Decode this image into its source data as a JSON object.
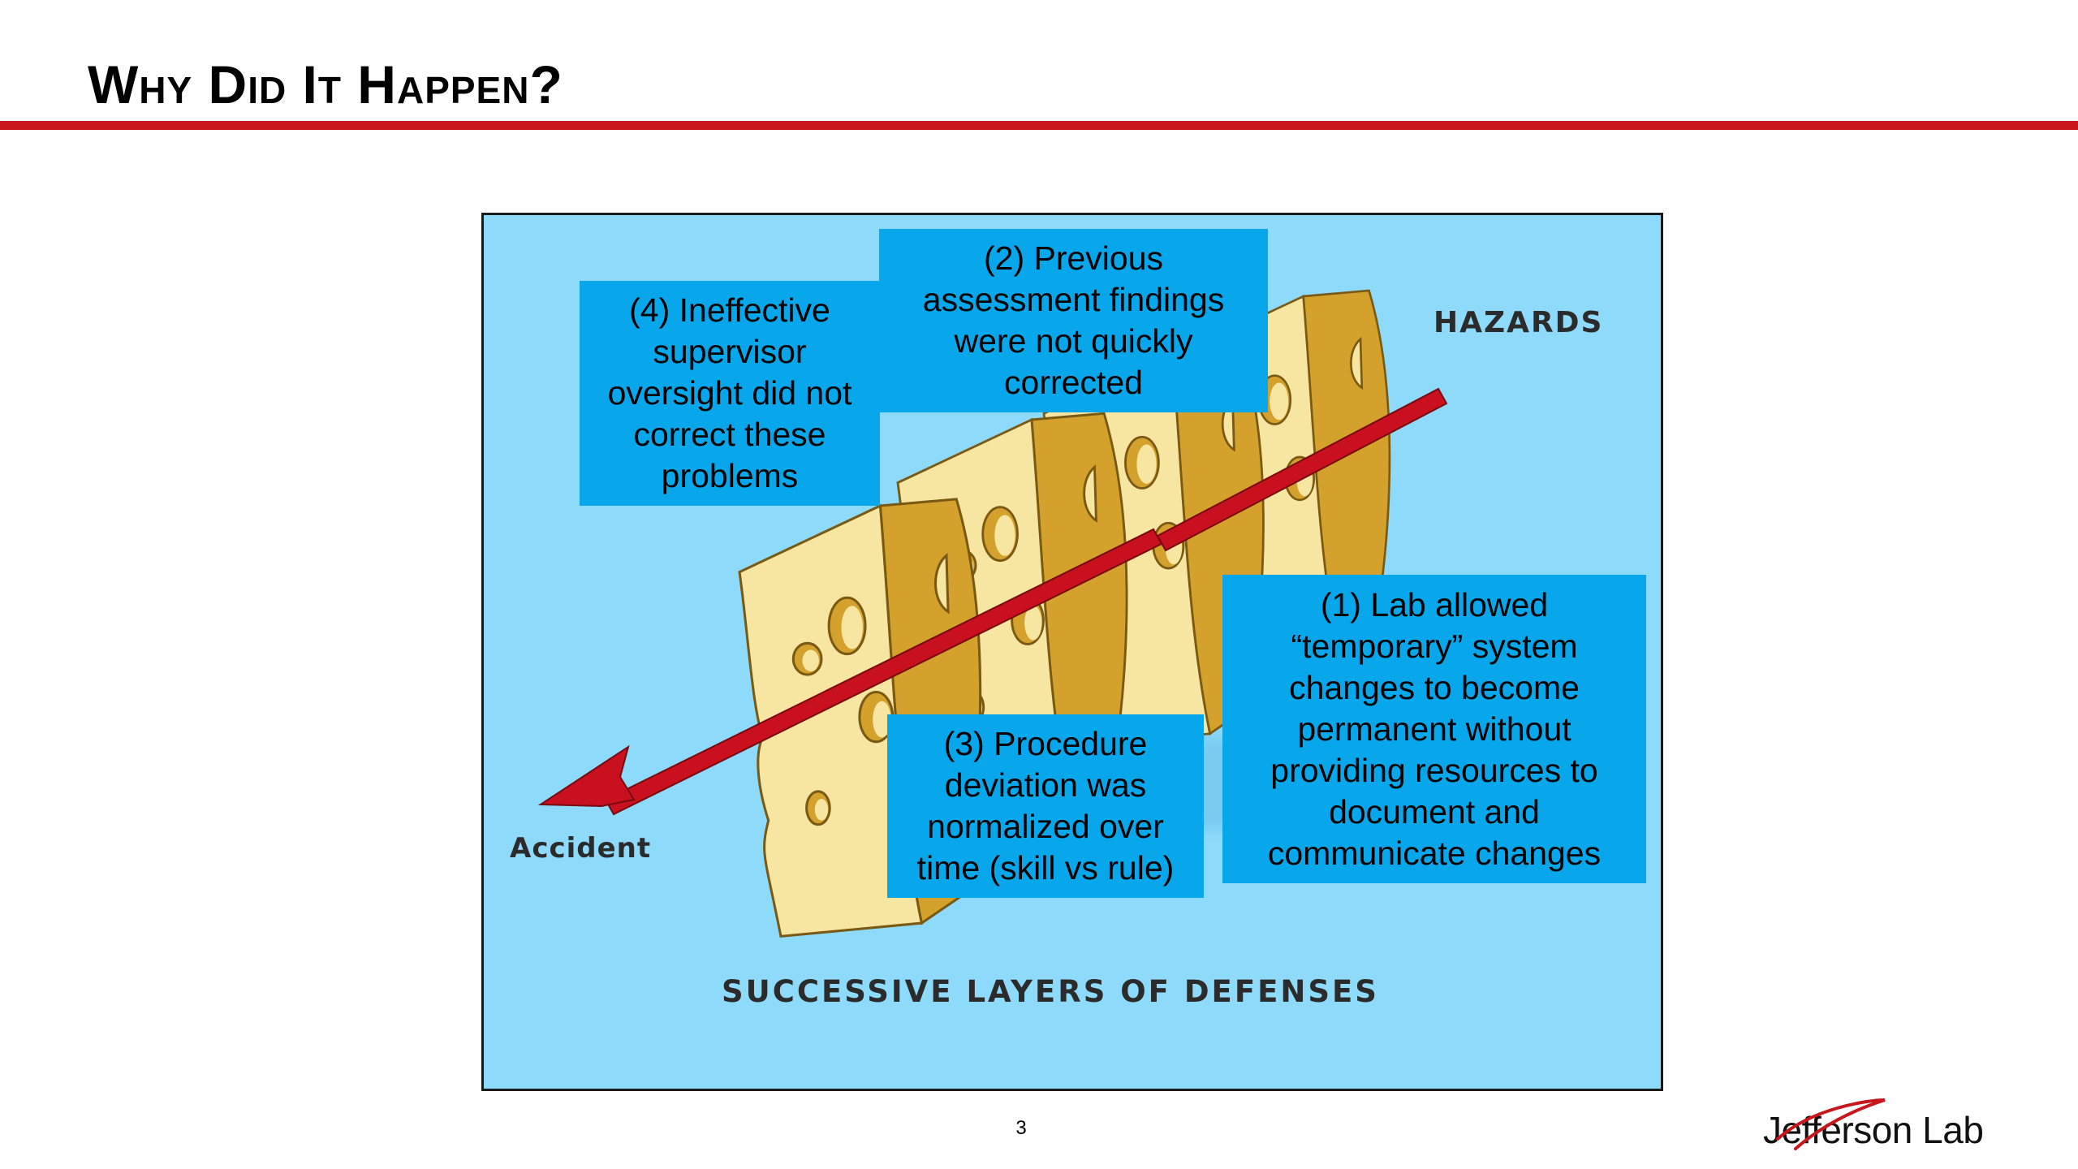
{
  "slide": {
    "title": "Why Did It Happen?",
    "page_number": "3"
  },
  "figure": {
    "label_hazards": "HAZARDS",
    "label_accident": "Accident",
    "label_layers": "SUCCESSIVE LAYERS OF DEFENSES",
    "callouts": {
      "c1": "(1) Lab allowed\n“temporary” system\nchanges to become\npermanent without\nproviding resources to\ndocument and\ncommunicate changes",
      "c2": "(2) Previous\nassessment findings\nwere not quickly\ncorrected",
      "c3": "(3) Procedure\ndeviation was\nnormalized over\ntime (skill vs rule)",
      "c4": "(4) Ineffective\nsupervisor\noversight did not\ncorrect these\nproblems"
    }
  },
  "logo": {
    "text": "Jefferson Lab"
  },
  "colors": {
    "accent_red": "#c8161d",
    "panel_blue": "#8edafb",
    "callout_blue": "#08a6ea",
    "cheese_face": "#f7e6a2",
    "cheese_side": "#d3a12c",
    "arrow_red": "#c8101e"
  }
}
